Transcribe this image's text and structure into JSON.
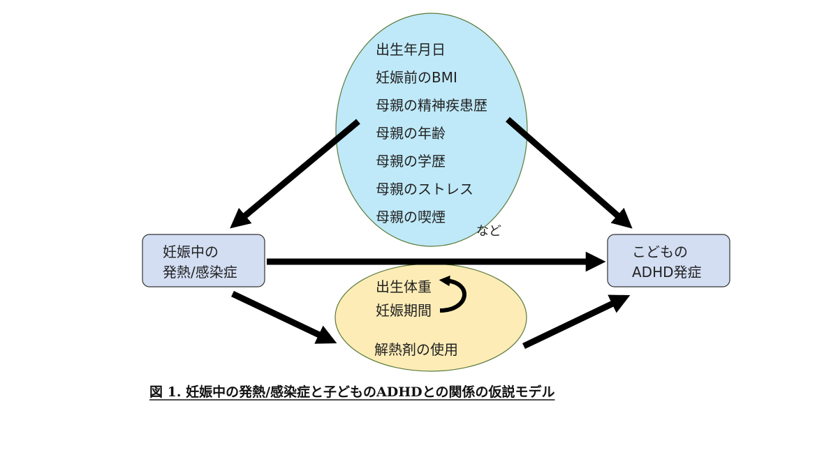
{
  "confounders": {
    "items": [
      "出生年月日",
      "妊娠前のBMI",
      "母親の精神疾患歴",
      "母親の年齢",
      "母親の学歴",
      "母親のストレス",
      "母親の喫煙"
    ],
    "etc": "など",
    "fill": "#bfe9f8",
    "stroke": "#5a7a3a"
  },
  "exposure": {
    "lines": [
      "妊娠中の",
      "発熱/感染症"
    ],
    "fill": "#d3def3",
    "stroke": "#333333"
  },
  "outcome": {
    "lines": [
      "こどもの",
      "ADHD発症"
    ],
    "fill": "#d3def3",
    "stroke": "#333333"
  },
  "mediators": {
    "items": [
      "出生体重",
      "妊娠期間",
      "解熱剤の使用"
    ],
    "fill": "#fdecb6",
    "stroke": "#5a7a3a"
  },
  "caption": "図 1. 妊娠中の発熱/感染症と子どものADHDとの関係の仮説モデル"
}
